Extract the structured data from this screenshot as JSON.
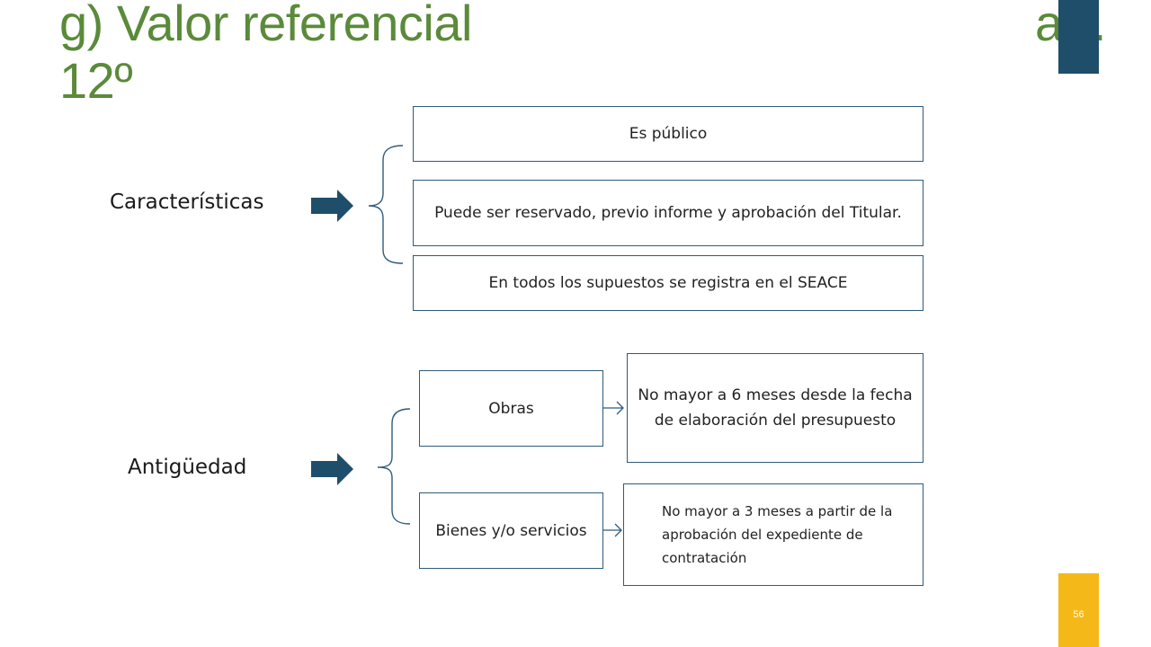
{
  "slide": {
    "title": {
      "line1": "g) Valor referencial",
      "art": "art.",
      "line2": "12º"
    },
    "page_number": "56",
    "accent_colors": {
      "top": "#1f4e6b",
      "bottom": "#f5b819",
      "title": "#5a8a3a",
      "arrow": "#1f4e6b"
    }
  },
  "diagram": {
    "caracteristicas": {
      "label": "Características",
      "items": [
        "Es público",
        "Puede ser reservado, previo informe y aprobación del Titular.",
        "En todos los supuestos se registra en el SEACE"
      ]
    },
    "antiguedad": {
      "label": "Antigüedad",
      "items": [
        {
          "name": "Obras",
          "detail": "No mayor a 6 meses desde la fecha de elaboración del presupuesto"
        },
        {
          "name": "Bienes y/o servicios",
          "detail": "No mayor a 3 meses a partir de la aprobación del expediente de contratación"
        }
      ]
    }
  }
}
